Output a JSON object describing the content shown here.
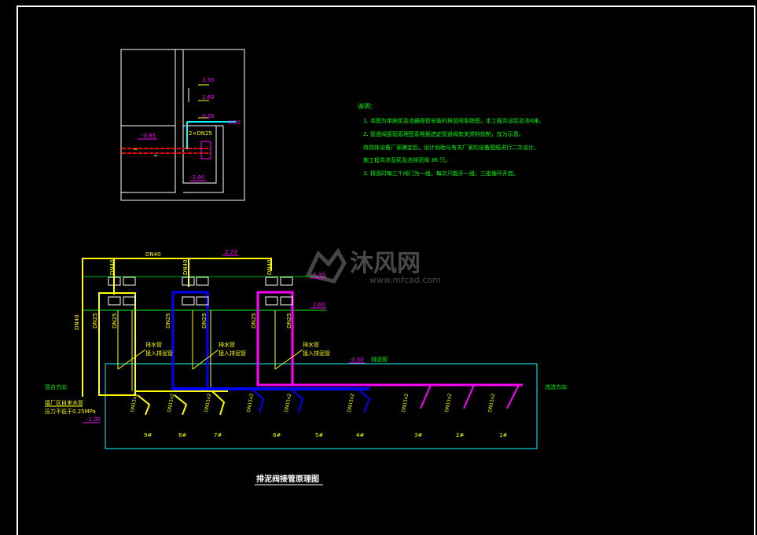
{
  "title": "排泥阀接管原理图",
  "notes": {
    "heading": "说明：",
    "lines": [
      "1. 本图为单座民及池器规管安装的排泥阀系统图，本工程共设民及池4座。",
      "2. 管道阀接管原理图系根据选定管道阀有关资料绘制，仅为示意。",
      "   待具体设备厂家确定后，设计协助与有关厂家的设备图纸进行二次设计。",
      "   施工程共涉及民及池排泥阀 36 只。",
      "3. 排泥时每三个阀门为一组，每次只能开一组，三组循环开启。"
    ]
  },
  "watermark": {
    "brand": "沐风网",
    "url": "www.mfcad.com"
  },
  "section": {
    "elevations": [
      "2.30",
      "1.60",
      "0.30",
      "0.00",
      "-0.85",
      "-2.00"
    ],
    "pipe_label": "2×DN25"
  },
  "schematic": {
    "top_pipe": "DN40",
    "top_elev": "2.70",
    "elev_a": "2.30",
    "elev_b": "1.60",
    "elev_c": "0.30",
    "elev_d": "-1.00",
    "vertical_pipe": "DN40",
    "valve_pipe": "DN40",
    "branch_labels": [
      "DN25",
      "DN25",
      "DN25",
      "DN25",
      "DN25",
      "DN25"
    ],
    "drain_labels": [
      {
        "line1": "排水管",
        "line2": "接入排泥管"
      },
      {
        "line1": "排水管",
        "line2": "接入排泥管"
      },
      {
        "line1": "排水管",
        "line2": "接入排泥管"
      }
    ],
    "collector_label": "排泥管",
    "left_flow": "混合方向",
    "right_flow": "流流方向",
    "supply_line1": "接厂区自来水管",
    "supply_line2": "压力不低于0.25MPa",
    "drop_labels": [
      "DN15x2",
      "DN15x2",
      "DN15x2",
      "DN15x2",
      "DN15x2",
      "DN15x2",
      "DN15x2",
      "DN15x2",
      "DN15x2"
    ],
    "valve_numbers": [
      "9#",
      "8#",
      "7#",
      "6#",
      "5#",
      "4#",
      "3#",
      "2#",
      "1#"
    ]
  },
  "colors": {
    "background": "#000000",
    "frame": "#ffffff",
    "yellow": "#ffff00",
    "blue": "#0000ff",
    "magenta": "#ff00ff",
    "green": "#00ff00",
    "cyan": "#00ffff",
    "red": "#ff0000"
  }
}
